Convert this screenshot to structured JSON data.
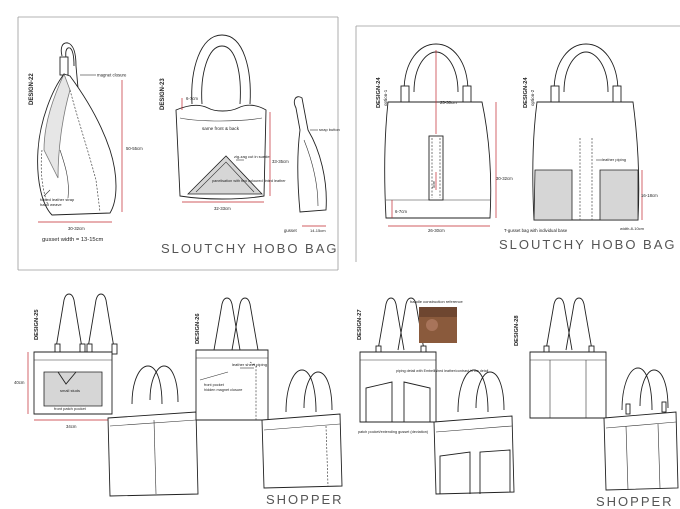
{
  "panels": {
    "top_left": {
      "design_a": {
        "id": "DESIGN-22",
        "notes": [
          "magnet closure",
          "folded leather strap",
          "hand weave"
        ],
        "dims": [
          "50-55cm",
          "30-32cm"
        ],
        "gusset": "gusset width = 13-15cm"
      },
      "design_b": {
        "id": "DESIGN-23",
        "notes": [
          "same front & back",
          "zig-zag cut in suede",
          "panelisation with two coloured tinted leather",
          "snap button",
          "gusset"
        ],
        "dims": [
          "6-7cm",
          "33-35cm",
          "32-33cm",
          "14-15cm"
        ]
      },
      "title": "SLOUTCHY HOBO BAG"
    },
    "top_right": {
      "design_a": {
        "id": "DESIGN-24",
        "option": "option-1",
        "dims": [
          "25-30cm",
          "30-32cm",
          "6-7cm",
          "26-30cm",
          "5cm"
        ]
      },
      "design_b": {
        "id": "DESIGN-24",
        "option": "option-2",
        "notes": [
          "leather piping",
          "T-gusset bag with individual base",
          "width-8-10cm"
        ],
        "dims": [
          "16-18cm"
        ]
      },
      "title": "SLOUTCHY HOBO BAG"
    },
    "bottom_left": {
      "design_a": {
        "id": "DESIGN-25",
        "notes": [
          "small studs",
          "front patch pocket"
        ],
        "dims": [
          "40cm",
          "34cm"
        ]
      },
      "design_b": {
        "id": "DESIGN-26",
        "notes": [
          "leather sheet piping",
          "front pocket",
          "hidden magnet closure"
        ]
      },
      "title": "SHOPPER"
    },
    "bottom_right": {
      "design_a": {
        "id": "DESIGN-27",
        "notes": [
          "handle construction reference",
          "piping detail with Embellished leather/contrast in the detail",
          "patch pocket/extending gusset (deviation)"
        ]
      },
      "design_b": {
        "id": "DESIGN-28"
      },
      "title": "SHOPPER"
    }
  },
  "colors": {
    "dimension_line": "#c0262d",
    "panel_fill": "#d6d6d6",
    "outline": "#222222",
    "title_text": "#555555",
    "divider": "#9a9a9a",
    "photo": "#8a5a3c"
  }
}
